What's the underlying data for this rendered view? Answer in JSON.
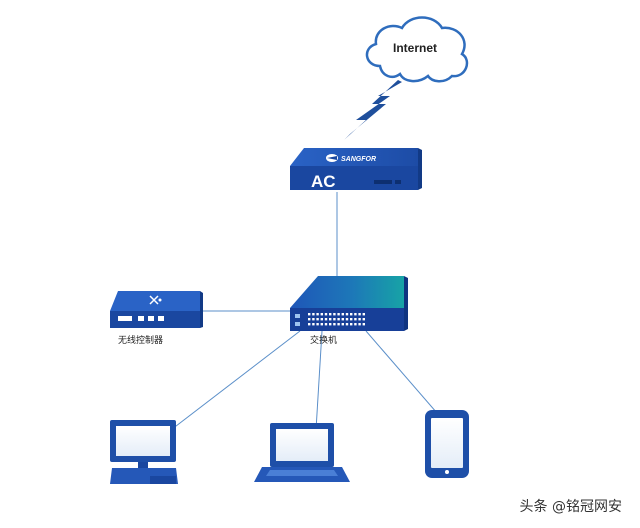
{
  "cloud": {
    "label": "Internet"
  },
  "ac": {
    "brand": "SANGFOR",
    "label": "AC"
  },
  "wireless_controller": {
    "label": "无线控制器"
  },
  "switch": {
    "label": "交换机"
  },
  "watermark": {
    "text": "头条 @铭冠网安"
  },
  "colors": {
    "device_blue": "#1e4fa8",
    "device_dark": "#0f3a8c",
    "device_top": "#2f6fd0",
    "accent_teal": "#1aa3a3",
    "cloud_blue": "#2f6dbd",
    "line": "#5b8fc9",
    "lightning": "#1f4f9c"
  },
  "icons": {
    "cloud": "cloud-icon",
    "lightning": "lightning-bolt-icon",
    "ac_device": "access-controller-icon",
    "controller": "wireless-controller-icon",
    "switch": "network-switch-icon",
    "desktop": "desktop-computer-icon",
    "laptop": "laptop-icon",
    "phone": "smartphone-icon"
  }
}
